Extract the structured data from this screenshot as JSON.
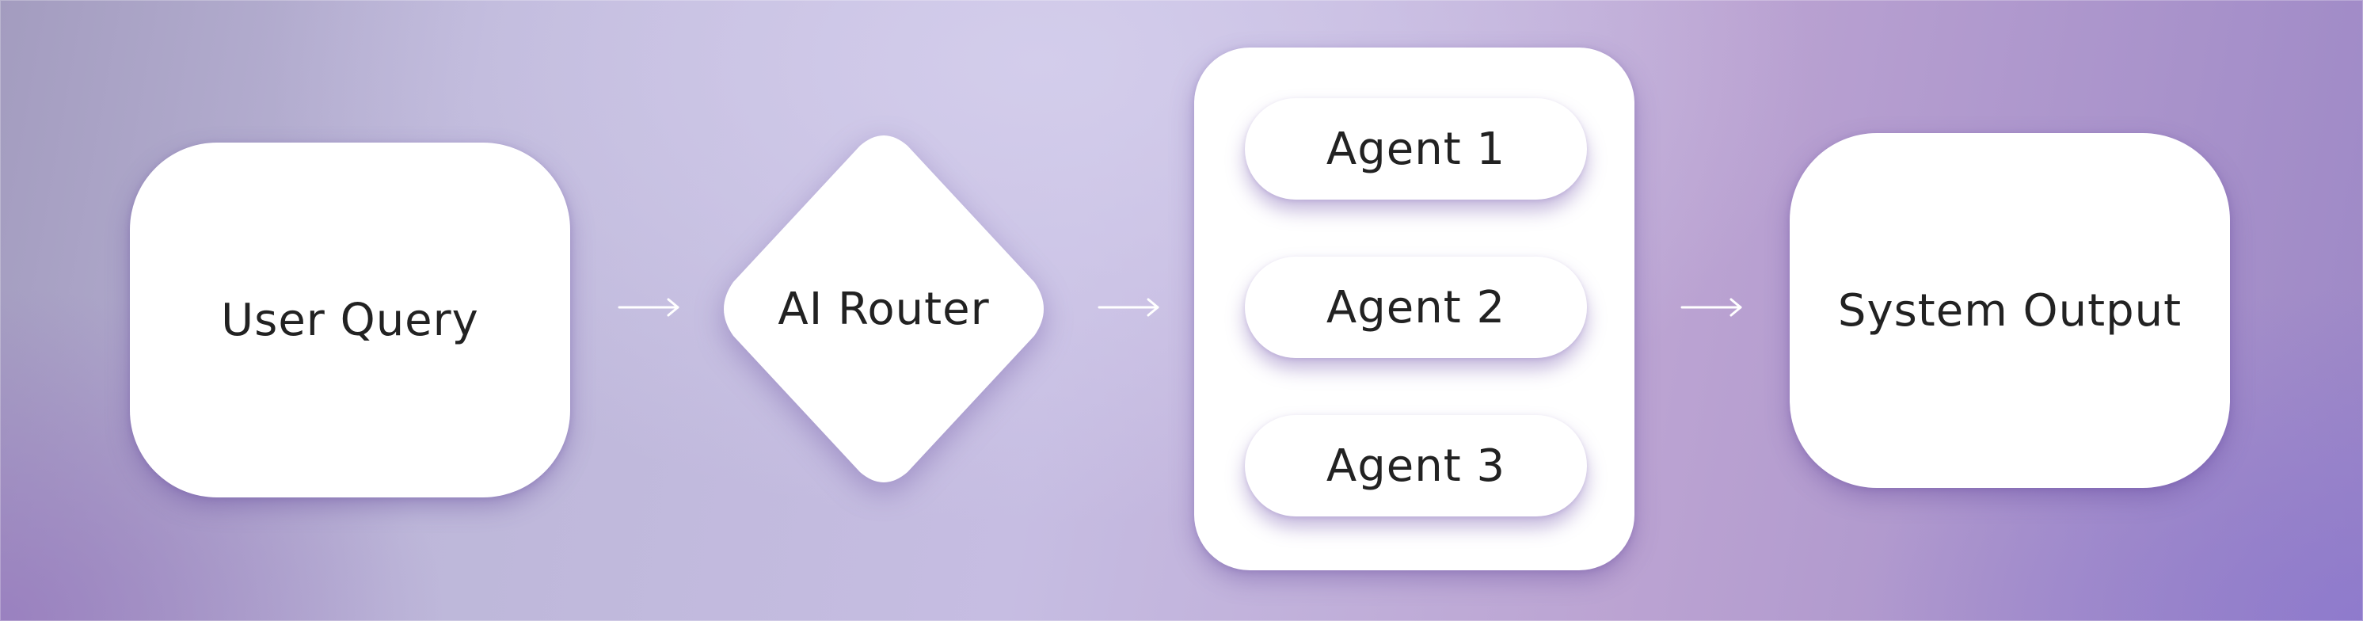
{
  "nodes": {
    "user_query": "User Query",
    "ai_router": "AI Router",
    "agents": [
      "Agent 1",
      "Agent 2",
      "Agent 3"
    ],
    "system_output": "System Output"
  },
  "colors": {
    "node_fill": "#ffffff",
    "text": "#222222",
    "arrow": "#ffffff",
    "background_accent": "#b9a8dc"
  },
  "icons": {
    "arrow": "arrow-right-icon"
  }
}
